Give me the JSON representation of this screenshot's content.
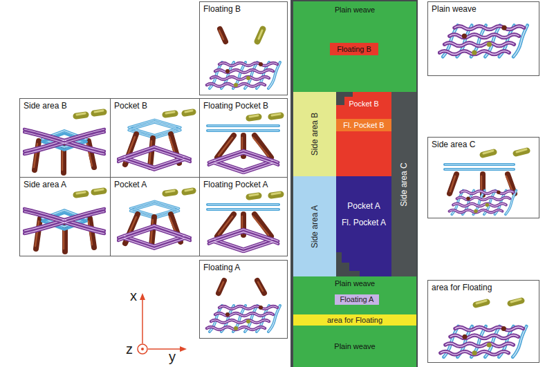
{
  "diagram": {
    "nodes": [
      {
        "text": [
          "Floating B"
        ]
      },
      {
        "text": [
          "Side area B"
        ]
      },
      {
        "text": [
          "Pocket B"
        ]
      },
      {
        "text": [
          "Floating Pocket B"
        ]
      },
      {
        "text": [
          "Side area A"
        ]
      },
      {
        "text": [
          "Pocket A"
        ]
      },
      {
        "text": [
          "Floating Pocket A"
        ]
      },
      {
        "text": [
          "Floating A"
        ]
      },
      {
        "text": [
          "Plain weave"
        ]
      },
      {
        "text": [
          "Floating B"
        ],
        "in": 8
      },
      {
        "text": [
          "Side area B"
        ]
      },
      {
        "text": [
          "Pocket B"
        ]
      },
      {
        "text": [
          "Fl. Pocket B"
        ],
        "in": 11
      },
      {
        "text": [
          "Side area C"
        ]
      },
      {
        "text": [
          "Side area A"
        ]
      },
      {
        "text": [
          "Pocket A",
          "Fl. Pocket A"
        ]
      },
      {
        "text": [
          "Plain weave"
        ]
      },
      {
        "text": [
          "Floating A"
        ],
        "in": 16
      },
      {
        "text": [
          "area for Floating"
        ]
      },
      {
        "text": [
          "Plain weave"
        ]
      },
      {
        "text": [
          "Plain weave"
        ]
      },
      {
        "text": [
          "Side area C"
        ]
      },
      {
        "text": [
          "area for Floating"
        ]
      }
    ],
    "labels": [
      "x",
      "z",
      "y"
    ]
  }
}
